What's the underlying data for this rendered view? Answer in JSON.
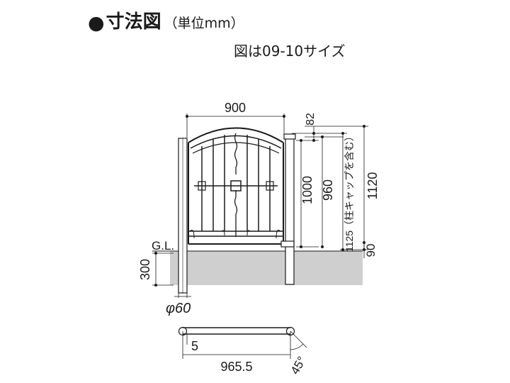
{
  "title": {
    "bullet": "●",
    "main": "寸法図",
    "unit": "（単位mm）"
  },
  "subtitle": "図は09-10サイズ",
  "dimensions": {
    "gate_width": "900",
    "top_offset": "82",
    "gate_height": "1000",
    "panel_height": "960",
    "total_height": "1120",
    "post_height_note": "1125（柱キャップを含む）",
    "bottom_gap": "90",
    "embed_depth": "300",
    "ground_label": "G.L.",
    "post_diameter": "φ60",
    "plan_offset": "5",
    "plan_width": "965.5",
    "swing_angle": "45°"
  },
  "colors": {
    "line": "#1a1a1a",
    "ground": "#cfcfcf"
  }
}
